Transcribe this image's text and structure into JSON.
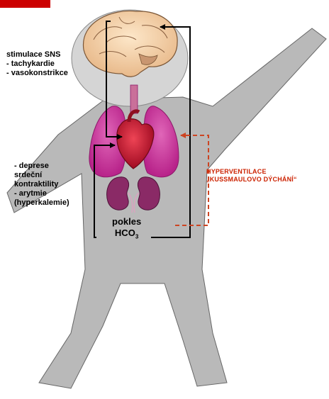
{
  "colors": {
    "corner_tab": "#cc0000",
    "body_fill": "#b9b9b9",
    "head_fill": "#d5d5d5",
    "lungs": "#cc3399",
    "heart": "#cc1133",
    "kidneys": "#8a2a66",
    "arrow_black": "#000000",
    "arrow_red": "#cc4422"
  },
  "icons": [
    "brain-icon",
    "lungs-icon",
    "heart-icon",
    "kidneys-icon"
  ],
  "labels": {
    "sns": [
      "stimulace SNS",
      "- tachykardie",
      "- vasokonstrikce"
    ],
    "heart_effects": [
      "- deprese",
      "srdeční",
      "kontraktility",
      "- arytmie",
      "(hyperkalemie)"
    ],
    "hyperventilation": [
      "HYPERVENTILACE",
      "„KUSSMAULOVO DÝCHÁNÍ“"
    ],
    "pokles": "pokles",
    "hco3_main": "HCO",
    "hco3_sub": "3"
  }
}
